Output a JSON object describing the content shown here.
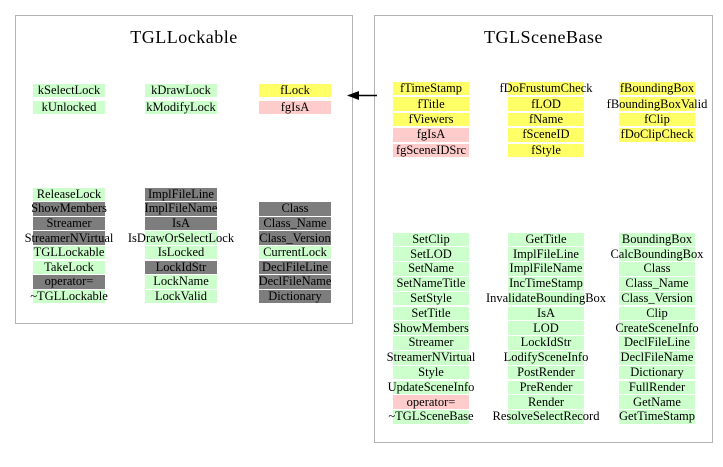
{
  "colors": {
    "green": "#ccffcc",
    "yellow": "#ffff66",
    "pink": "#ffcccc",
    "gray": "#7d7d7d",
    "box_border": "#b3b3b3",
    "arrow": "#000000"
  },
  "arrow": {
    "meaning": "inheritance-arrow",
    "direction": "left"
  },
  "classes": [
    {
      "title": "TGLLockable",
      "sections": [
        {
          "kind": "data-members",
          "columns": [
            [
              {
                "label": "kSelectLock",
                "color": "green"
              },
              {
                "label": "kUnlocked",
                "color": "green"
              }
            ],
            [
              {
                "label": "kDrawLock",
                "color": "green"
              },
              {
                "label": "kModifyLock",
                "color": "green"
              }
            ],
            [
              {
                "label": "fLock",
                "color": "yellow"
              },
              {
                "label": "fgIsA",
                "color": "pink"
              }
            ]
          ]
        },
        {
          "kind": "methods",
          "columns": [
            [
              {
                "label": "ReleaseLock",
                "color": "green"
              },
              {
                "label": "ShowMembers",
                "color": "gray"
              },
              {
                "label": "Streamer",
                "color": "gray"
              },
              {
                "label": "StreamerNVirtual",
                "color": "gray"
              },
              {
                "label": "TGLLockable",
                "color": "green"
              },
              {
                "label": "TakeLock",
                "color": "green"
              },
              {
                "label": "operator=",
                "color": "gray"
              },
              {
                "label": "~TGLLockable",
                "color": "green"
              }
            ],
            [
              {
                "label": "ImplFileLine",
                "color": "gray"
              },
              {
                "label": "ImplFileName",
                "color": "gray"
              },
              {
                "label": "IsA",
                "color": "gray"
              },
              {
                "label": "IsDrawOrSelectLock",
                "color": "green"
              },
              {
                "label": "IsLocked",
                "color": "green"
              },
              {
                "label": "LockIdStr",
                "color": "gray"
              },
              {
                "label": "LockName",
                "color": "green"
              },
              {
                "label": "LockValid",
                "color": "green"
              }
            ],
            [
              null,
              {
                "label": "Class",
                "color": "gray"
              },
              {
                "label": "Class_Name",
                "color": "gray"
              },
              {
                "label": "Class_Version",
                "color": "gray"
              },
              {
                "label": "CurrentLock",
                "color": "green"
              },
              {
                "label": "DeclFileLine",
                "color": "gray"
              },
              {
                "label": "DeclFileName",
                "color": "gray"
              },
              {
                "label": "Dictionary",
                "color": "gray"
              }
            ]
          ]
        }
      ]
    },
    {
      "title": "TGLSceneBase",
      "sections": [
        {
          "kind": "data-members",
          "columns": [
            [
              {
                "label": "fTimeStamp",
                "color": "yellow"
              },
              {
                "label": "fTitle",
                "color": "yellow"
              },
              {
                "label": "fViewers",
                "color": "yellow"
              },
              {
                "label": "fgIsA",
                "color": "pink"
              },
              {
                "label": "fgSceneIDSrc",
                "color": "pink"
              }
            ],
            [
              {
                "label": "fDoFrustumCheck",
                "color": "yellow"
              },
              {
                "label": "fLOD",
                "color": "yellow"
              },
              {
                "label": "fName",
                "color": "yellow"
              },
              {
                "label": "fSceneID",
                "color": "yellow"
              },
              {
                "label": "fStyle",
                "color": "yellow"
              }
            ],
            [
              {
                "label": "fBoundingBox",
                "color": "yellow"
              },
              {
                "label": "fBoundingBoxValid",
                "color": "yellow"
              },
              {
                "label": "fClip",
                "color": "yellow"
              },
              {
                "label": "fDoClipCheck",
                "color": "yellow"
              }
            ]
          ]
        },
        {
          "kind": "methods",
          "columns": [
            [
              {
                "label": "SetClip",
                "color": "green"
              },
              {
                "label": "SetLOD",
                "color": "green"
              },
              {
                "label": "SetName",
                "color": "green"
              },
              {
                "label": "SetNameTitle",
                "color": "green"
              },
              {
                "label": "SetStyle",
                "color": "green"
              },
              {
                "label": "SetTitle",
                "color": "green"
              },
              {
                "label": "ShowMembers",
                "color": "green"
              },
              {
                "label": "Streamer",
                "color": "green"
              },
              {
                "label": "StreamerNVirtual",
                "color": "green"
              },
              {
                "label": "Style",
                "color": "green"
              },
              {
                "label": "UpdateSceneInfo",
                "color": "green"
              },
              {
                "label": "operator=",
                "color": "pink"
              },
              {
                "label": "~TGLSceneBase",
                "color": "green"
              }
            ],
            [
              {
                "label": "GetTitle",
                "color": "green"
              },
              {
                "label": "ImplFileLine",
                "color": "green"
              },
              {
                "label": "ImplFileName",
                "color": "green"
              },
              {
                "label": "IncTimeStamp",
                "color": "green"
              },
              {
                "label": "InvalidateBoundingBox",
                "color": "green"
              },
              {
                "label": "IsA",
                "color": "green"
              },
              {
                "label": "LOD",
                "color": "green"
              },
              {
                "label": "LockIdStr",
                "color": "green"
              },
              {
                "label": "LodifySceneInfo",
                "color": "green"
              },
              {
                "label": "PostRender",
                "color": "green"
              },
              {
                "label": "PreRender",
                "color": "green"
              },
              {
                "label": "Render",
                "color": "green"
              },
              {
                "label": "ResolveSelectRecord",
                "color": "green"
              }
            ],
            [
              {
                "label": "BoundingBox",
                "color": "green"
              },
              {
                "label": "CalcBoundingBox",
                "color": "green"
              },
              {
                "label": "Class",
                "color": "green"
              },
              {
                "label": "Class_Name",
                "color": "green"
              },
              {
                "label": "Class_Version",
                "color": "green"
              },
              {
                "label": "Clip",
                "color": "green"
              },
              {
                "label": "CreateSceneInfo",
                "color": "green"
              },
              {
                "label": "DeclFileLine",
                "color": "green"
              },
              {
                "label": "DeclFileName",
                "color": "green"
              },
              {
                "label": "Dictionary",
                "color": "green"
              },
              {
                "label": "FullRender",
                "color": "green"
              },
              {
                "label": "GetName",
                "color": "green"
              },
              {
                "label": "GetTimeStamp",
                "color": "green"
              }
            ]
          ]
        }
      ]
    }
  ]
}
